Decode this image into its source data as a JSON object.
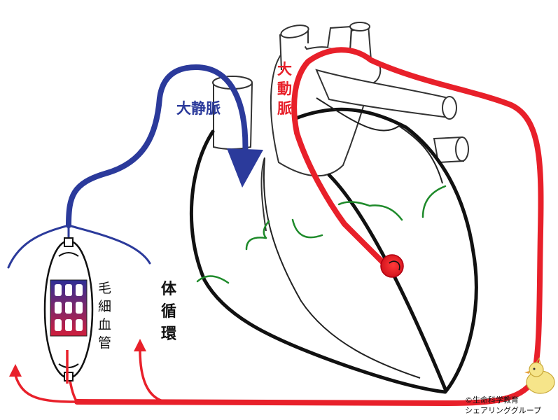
{
  "labels": {
    "vena_cava": [
      "大",
      "静",
      "脈"
    ],
    "aorta": [
      "大",
      "動",
      "脈"
    ],
    "systemic_circulation": [
      "体",
      "循",
      "環"
    ],
    "capillary": [
      "毛",
      "細",
      "血",
      "管"
    ]
  },
  "copyright": {
    "line1": "©生命科学教育",
    "line2": "シェアリンググループ"
  },
  "colors": {
    "venous": "#2b3a9b",
    "arterial": "#e8202a",
    "heart_outline": "#111111",
    "valve": "#1e8a2a",
    "capillary_top": "#2e2f96",
    "capillary_bottom": "#d01e3c"
  }
}
